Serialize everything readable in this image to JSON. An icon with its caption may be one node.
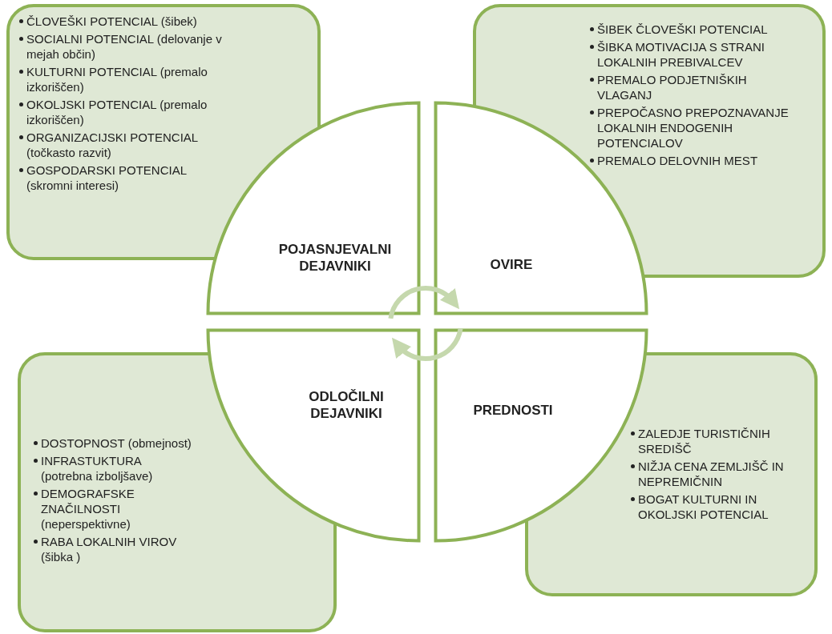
{
  "diagram": {
    "nodes": [
      {
        "text": [
          "ČLOVEŠKI POTENCIAL (šibek)",
          "SOCIALNI POTENCIAL (delovanje v mejah občin)",
          "KULTURNI POTENCIAL (premalo izkoriščen)",
          "OKOLJSKI POTENCIAL (premalo izkoriščen)",
          "ORGANIZACIJSKI POTENCIAL (točkasto razvit)",
          "GOSPODARSKI POTENCIAL (skromni interesi)"
        ]
      },
      {
        "text": [
          "ŠIBEK ČLOVEŠKI POTENCIAL",
          "ŠIBKA MOTIVACIJA S STRANI LOKALNIH PREBIVALCEV",
          "PREMALO PODJETNIŠKIH VLAGANJ",
          "PREPOČASNO PREPOZNAVANJE LOKALNIH ENDOGENIH POTENCIALOV",
          "PREMALO DELOVNIH MEST"
        ]
      },
      {
        "text": [
          "POJASNJEVALNI DEJAVNIKI"
        ]
      },
      {
        "text": [
          "OVIRE"
        ]
      },
      {
        "text": [
          "DOSTOPNOST (obmejnost)",
          "INFRASTUKTURA (potrebna izboljšave)",
          "DEMOGRAFSKE ZNAČILNOSTI (neperspektivne)",
          "RABA LOKALNIH VIROV (šibka )"
        ]
      },
      {
        "text": [
          "ODLOČILNI DEJAVNIKI"
        ]
      },
      {
        "text": [
          "PREDNOSTI"
        ]
      },
      {
        "text": [
          "ZALEDJE TURISTIČNIH SREDIŠČ",
          "NIŽJA CENA ZEMLJIŠČ IN NEPREMIČNIN",
          "BOGAT KULTURNI IN OKOLJSKI POTENCIAL"
        ]
      }
    ],
    "edges": [
      {
        "from": 2,
        "to": 3,
        "arrow": "to"
      },
      {
        "from": 6,
        "to": 5,
        "arrow": "to"
      }
    ]
  }
}
